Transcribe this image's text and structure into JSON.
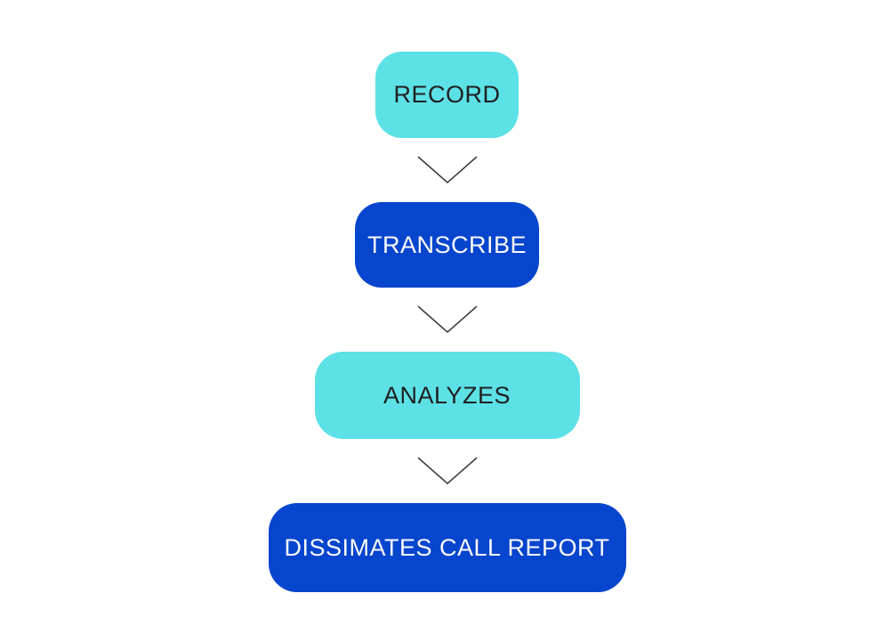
{
  "diagram": {
    "title": "call workflow flowchart",
    "steps": [
      {
        "label": "RECORD",
        "variant": "cyan"
      },
      {
        "label": "TRANSCRIBE",
        "variant": "blue"
      },
      {
        "label": "ANALYZES",
        "variant": "cyan"
      },
      {
        "label": "DISSIMATES CALL REPORT",
        "variant": "blue"
      }
    ],
    "connector_icon": "arrow-down-chevron",
    "colors": {
      "page_bg": "#ffffff",
      "cyan": "#5CE1E6",
      "blue": "#0645CE",
      "arrow": "#3a3a3a",
      "text_dark": "#202020",
      "text_light": "#fafafa"
    }
  }
}
